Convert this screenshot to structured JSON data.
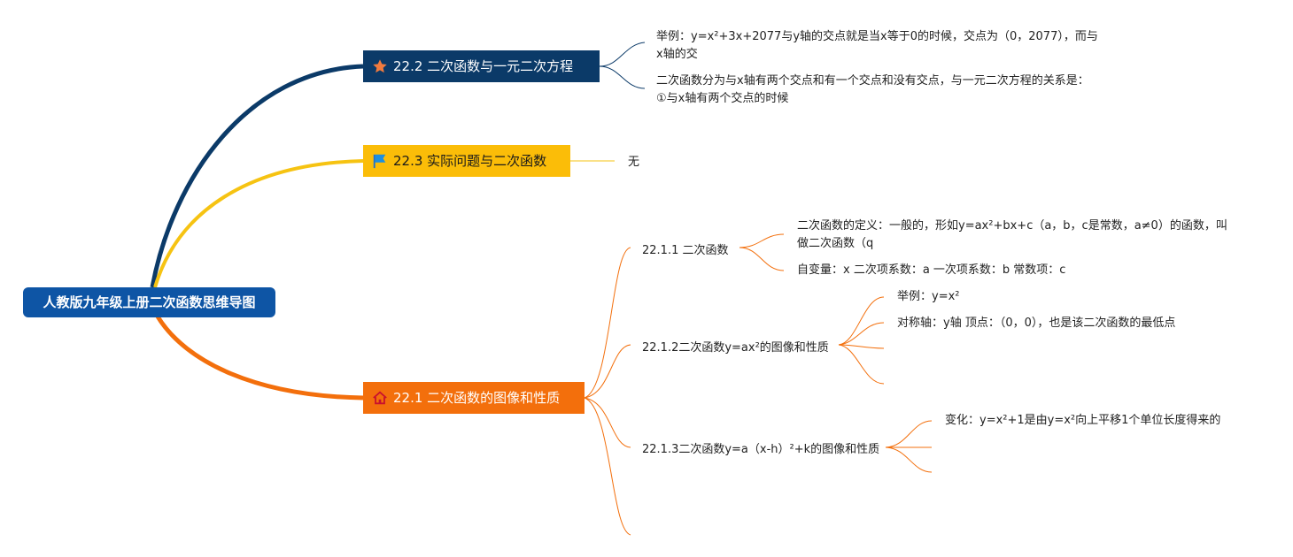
{
  "root": {
    "label": "人教版九年级上册二次函数思维导图"
  },
  "topics": {
    "t22": {
      "label": "22.2 二次函数与一元二次方程",
      "icon": "star-icon",
      "color": "#0b3a68",
      "notes": [
        "举例：y=x²+3x+2077与y轴的交点就是当x等于0的时候，交点为（0，2077），而与x轴的交",
        "二次函数分为与x轴有两个交点和有一个交点和没有交点，与一元二次方程的关系是：①与x轴有两个交点的时候"
      ]
    },
    "t23": {
      "label": "22.3 实际问题与二次函数",
      "icon": "flag-icon",
      "color": "#fbbd08",
      "note": "无"
    },
    "t21": {
      "label": "22.1 二次函数的图像和性质",
      "icon": "house-icon",
      "color": "#f36f0c",
      "subs": {
        "s1": {
          "label": "22.1.1 二次函数",
          "notes": [
            "二次函数的定义：一般的，形如y=ax²+bx+c（a，b，c是常数，a≠0）的函数，叫做二次函数（q",
            "自变量：x 二次项系数：a 一次项系数：b 常数项：c"
          ]
        },
        "s2": {
          "label": "22.1.2二次函数y=ax²的图像和性质",
          "notes": [
            "举例：y=x²",
            "对称轴：y轴 顶点：（0，0），也是该二次函数的最低点"
          ]
        },
        "s3": {
          "label": "22.1.3二次函数y=a（x-h）²+k的图像和性质",
          "notes": [
            "变化：y=x²+1是由y=x²向上平移1个单位长度得来的"
          ]
        }
      }
    }
  }
}
